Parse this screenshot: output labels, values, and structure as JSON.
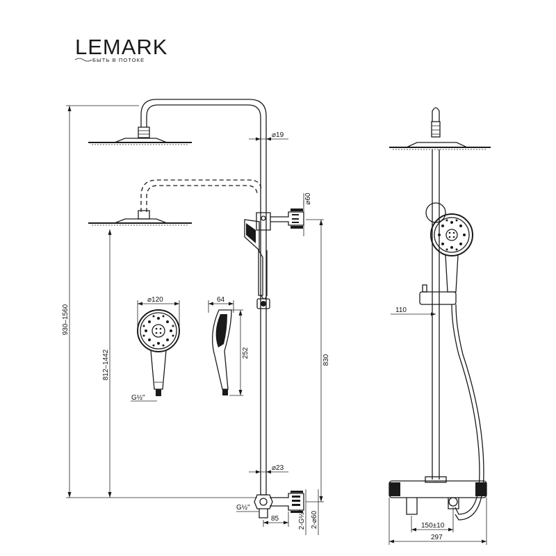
{
  "brand": {
    "name": "LEMARK",
    "tagline": "БЫТЬ В ПОТОКЕ"
  },
  "dimensions": {
    "total_height": "930–1560",
    "head_height": "812–1442",
    "handset_diameter": "⌀120",
    "handset_thread": "G½\"",
    "handset_depth": "64",
    "handset_length": "252",
    "pipe_top_diameter": "⌀19",
    "holder_diameter": "⌀60",
    "rail_length": "830",
    "pipe_bottom_diameter": "⌀23",
    "inlet_thread": "G½\"",
    "offset": "85",
    "wall_thread": "2-G½\"",
    "wall_flange": "2-⌀60",
    "wall_distance": "110",
    "center_distance": "150±10",
    "mixer_width": "297"
  },
  "colors": {
    "line": "#1a1a1a",
    "background": "#ffffff"
  }
}
